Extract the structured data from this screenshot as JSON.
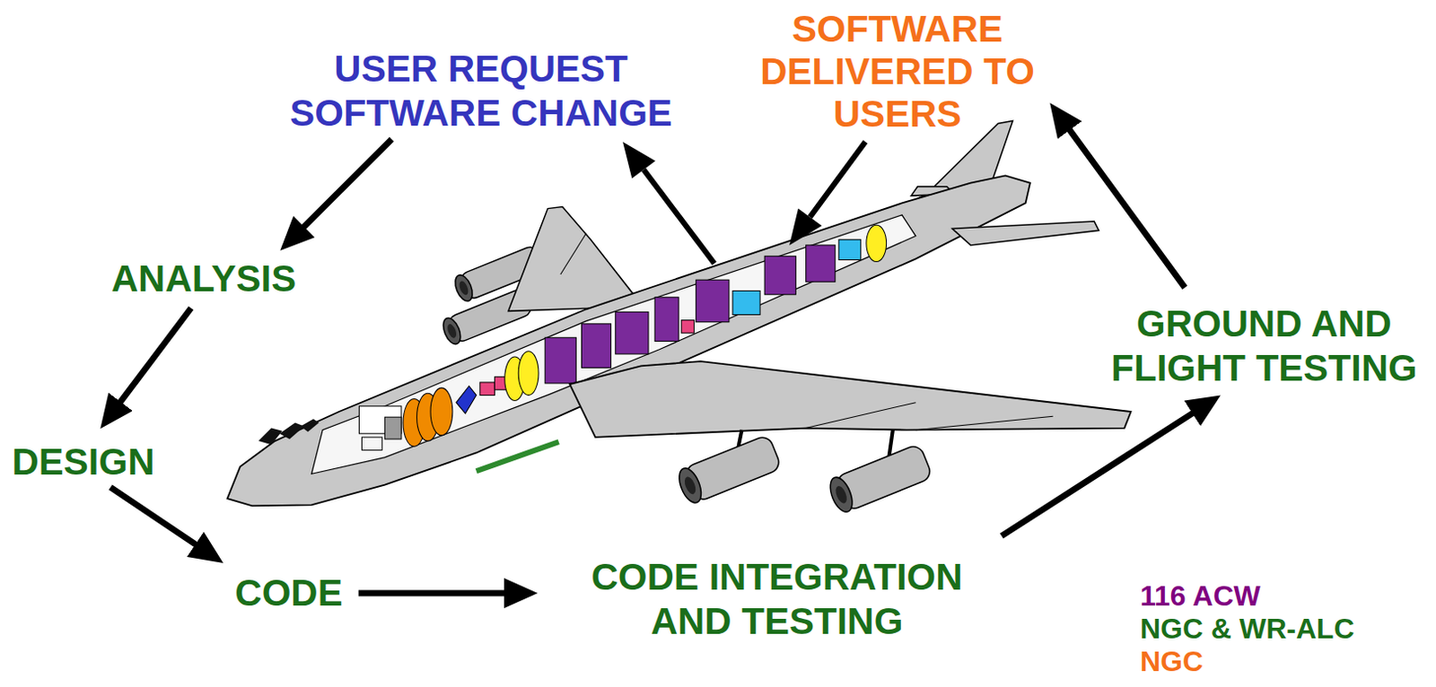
{
  "diagram": {
    "nodes": [
      {
        "text": [
          "USER REQUEST SOFTWARE CHANGE"
        ]
      },
      {
        "text": [
          "ANALYSIS"
        ]
      },
      {
        "text": [
          "DESIGN"
        ]
      },
      {
        "text": [
          "CODE"
        ]
      },
      {
        "text": [
          "CODE INTEGRATION AND TESTING"
        ]
      },
      {
        "text": [
          "GROUND AND FLIGHT TESTING"
        ]
      },
      {
        "text": [
          "SOFTWARE DELIVERED TO USERS"
        ]
      }
    ],
    "edges": [
      {
        "from": 0,
        "to": 1,
        "arrow": "to"
      },
      {
        "from": 1,
        "to": 2,
        "arrow": "to"
      },
      {
        "from": 2,
        "to": 3,
        "arrow": "to"
      },
      {
        "from": 3,
        "to": 4,
        "arrow": "to"
      },
      {
        "from": 4,
        "to": 5,
        "arrow": "to"
      },
      {
        "from": 5,
        "to": 6,
        "arrow": "to"
      }
    ],
    "labels": [
      "116 ACW",
      "NGC & WR-ALC",
      "NGC"
    ]
  }
}
